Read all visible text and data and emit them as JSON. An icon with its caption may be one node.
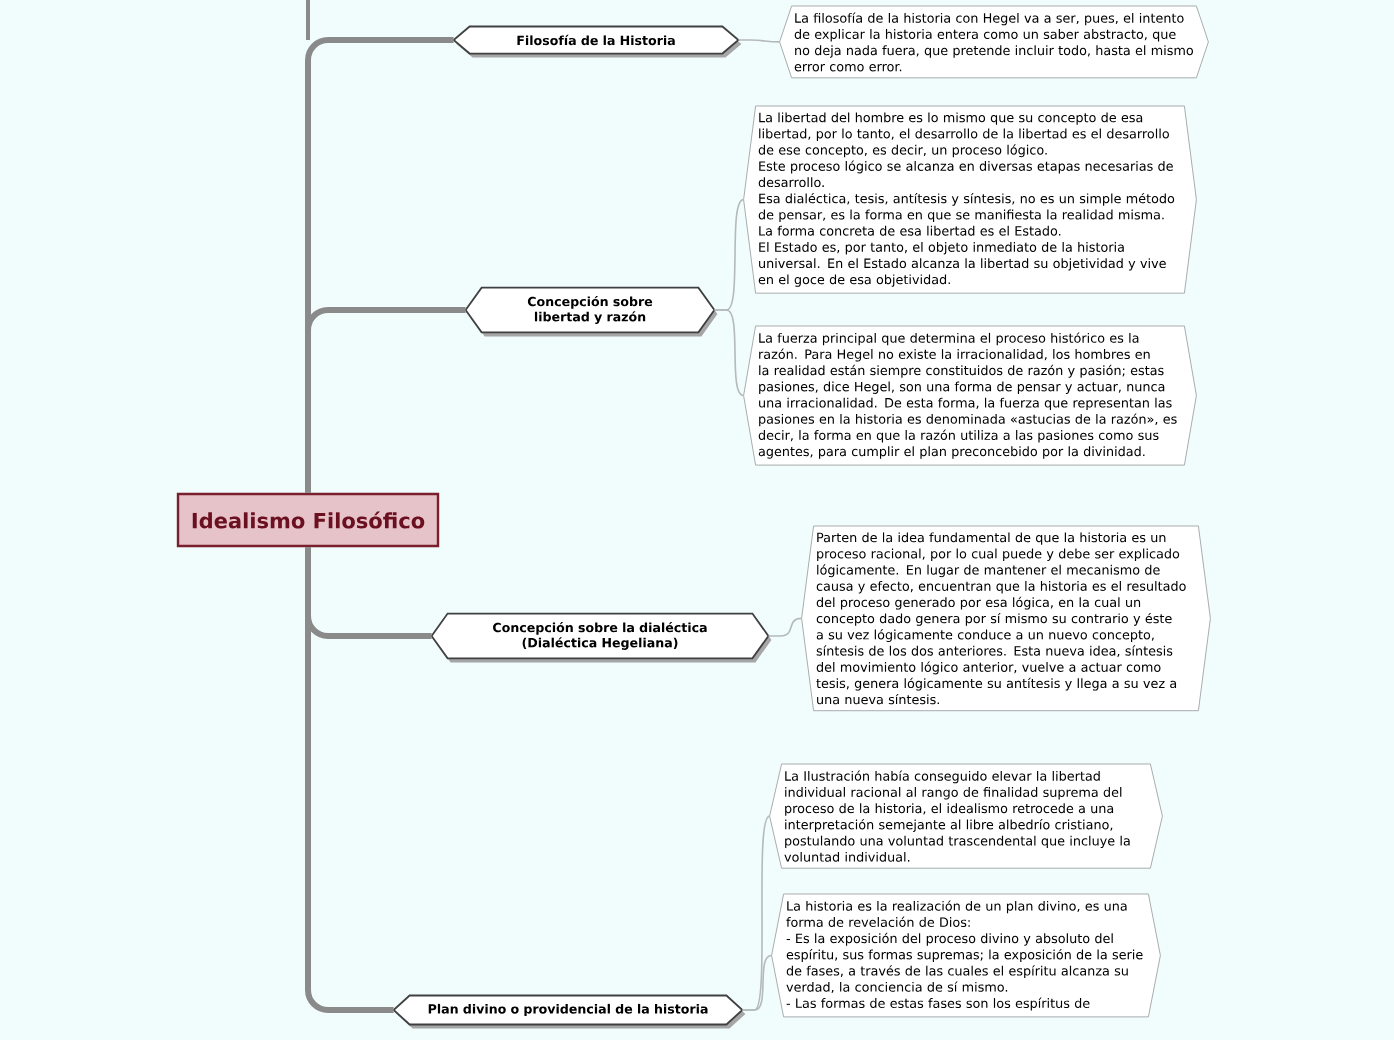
{
  "diagram": {
    "nodes": [
      {
        "text": [
          "Idealismo Filosófico"
        ]
      },
      {
        "text": [
          "Filosofía de la Historia"
        ]
      },
      {
        "text": [
          "La filosofía de la historia con Hegel va a ser, pues, el intento de explicar la historia entera como un saber abstracto, que no deja nada fuera, que pretende incluir todo, hasta el mismo error como error."
        ]
      },
      {
        "text": [
          "Concepción sobre libertad y razón"
        ]
      },
      {
        "text": [
          "La libertad del hombre es lo mismo que su concepto de esa libertad, por lo tanto, el desarrollo de la libertad es el desarrollo de ese concepto, es decir, un proceso lógico.",
          "Este proceso lógico se alcanza en diversas etapas necesarias de desarrollo.",
          "Esa dialéctica, tesis, antítesis y síntesis, no es un simple método de pensar, es la forma en que se manifiesta la realidad misma.",
          "La forma concreta de esa libertad es el Estado.",
          "El Estado es, por tanto, el objeto inmediato de la historia universal. En el Estado alcanza la libertad su objetividad y vive en el goce de esa objetividad."
        ]
      },
      {
        "text": [
          "La fuerza principal que determina el proceso histórico es la razón. Para Hegel no existe la irracionalidad, los hombres en la realidad están siempre constituidos de razón y pasión; estas pasiones, dice Hegel, son una forma de pensar y actuar, nunca una irracionalidad. De esta forma, la fuerza que representan las pasiones en la historia es denominada «astucias de la razón», es decir, la forma en que la razón utiliza a las pasiones como sus agentes, para cumplir el plan preconcebido por la divinidad."
        ]
      },
      {
        "text": [
          "Concepción sobre la dialéctica (Dialéctica Hegeliana)"
        ]
      },
      {
        "text": [
          "Parten de la idea fundamental de que la historia es un proceso racional, por lo cual puede y debe ser explicado lógicamente. En lugar de mantener el mecanismo de causa y efecto, encuentran que la historia es el resultado del proceso generado por esa lógica, en la cual un concepto dado genera por sí mismo su contrario y éste a su vez lógicamente conduce a un nuevo concepto, síntesis de los dos anteriores. Esta nueva idea, síntesis del movimiento lógico anterior, vuelve a actuar como tesis, genera lógicamente su antítesis y llega a su vez a una nueva síntesis."
        ]
      },
      {
        "text": [
          "Plan divino o providencial de la historia"
        ]
      },
      {
        "text": [
          "La Ilustración había conseguido elevar la libertad individual racional al rango de finalidad suprema del proceso de la historia, el idealismo retrocede a una interpretación semejante al libre albedrío cristiano, postulando una voluntad trascendental que incluye la voluntad individual."
        ]
      },
      {
        "text": [
          "La historia es la realización de un plan divino, es una forma de revelación de Dios:",
          "- Es la exposición del proceso divino y absoluto del espíritu, sus formas supremas; la exposición de la serie de fases, a través de las cuales el espíritu alcanza su verdad, la conciencia de sí mismo.",
          "- Las formas de estas fases son los espíritus de"
        ]
      }
    ],
    "edges": [
      {
        "from": 0,
        "to": 1,
        "arrow": "none",
        "style": "thick"
      },
      {
        "from": 0,
        "to": 3,
        "arrow": "none",
        "style": "thick"
      },
      {
        "from": 0,
        "to": 6,
        "arrow": "none",
        "style": "thick"
      },
      {
        "from": 0,
        "to": 8,
        "arrow": "none",
        "style": "thick"
      },
      {
        "from": 1,
        "to": 2,
        "arrow": "none"
      },
      {
        "from": 3,
        "to": 4,
        "arrow": "none"
      },
      {
        "from": 3,
        "to": 5,
        "arrow": "none"
      },
      {
        "from": 6,
        "to": 7,
        "arrow": "none"
      },
      {
        "from": 8,
        "to": 9,
        "arrow": "none"
      },
      {
        "from": 8,
        "to": 10,
        "arrow": "none"
      }
    ]
  }
}
